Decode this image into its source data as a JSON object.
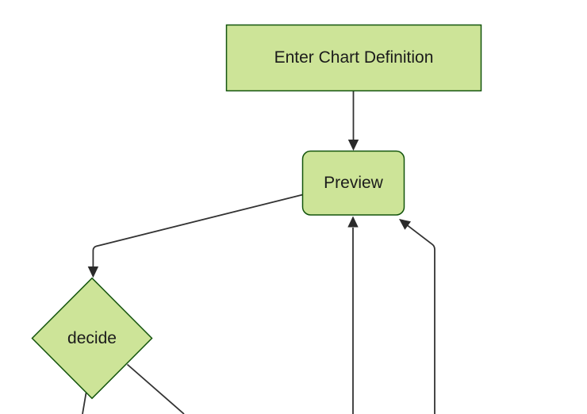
{
  "diagram": {
    "type": "flowchart",
    "direction": "top-down",
    "nodes": [
      {
        "id": "enter_chart_definition",
        "label": "Enter Chart Definition",
        "shape": "rectangle"
      },
      {
        "id": "preview",
        "label": "Preview",
        "shape": "rounded-rectangle"
      },
      {
        "id": "decide",
        "label": "decide",
        "shape": "diamond"
      }
    ],
    "edges": [
      {
        "from": "enter_chart_definition",
        "to": "preview",
        "arrowhead": true
      },
      {
        "from": "preview",
        "to": "decide",
        "arrowhead": true
      },
      {
        "from": "offscreen-bottom",
        "to": "preview",
        "arrowhead": true
      },
      {
        "from": "offscreen-bottom-right",
        "to": "preview",
        "arrowhead": true
      },
      {
        "from": "decide",
        "to": "offscreen-bottom-left",
        "arrowhead": false
      },
      {
        "from": "decide",
        "to": "offscreen-bottom-right",
        "arrowhead": false
      }
    ],
    "colors": {
      "node_fill": "#cde498",
      "node_border": "#13540c",
      "edge_stroke": "#333333",
      "arrowhead_fill": "#2a2a2a",
      "text": "#1b1b1b",
      "background": "#ffffff"
    }
  }
}
